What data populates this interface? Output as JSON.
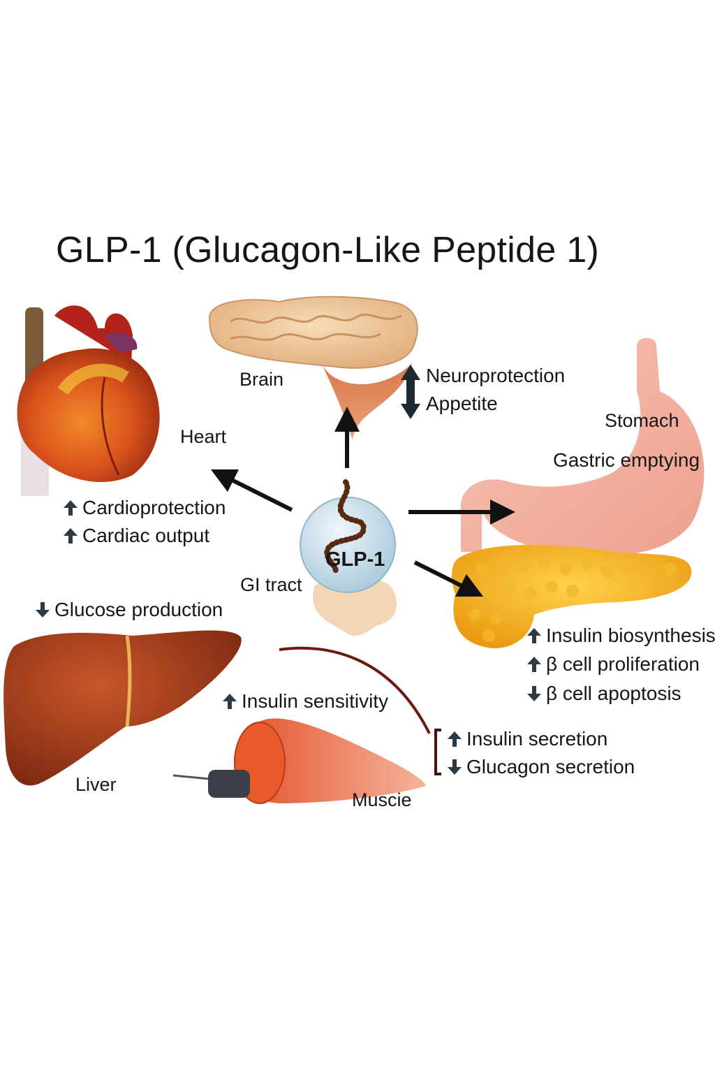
{
  "title": "GLP-1 (Glucagon-Like Peptide 1)",
  "center": {
    "label": "GLP-1",
    "source_label": "GI tract"
  },
  "organs": {
    "brain": {
      "label": "Brain",
      "effects": [
        {
          "text": "Neuroprotection",
          "direction": "up"
        },
        {
          "text": "Appetite",
          "direction": "down"
        }
      ]
    },
    "heart": {
      "label": "Heart",
      "effects": [
        {
          "text": "Cardioprotection",
          "direction": "up"
        },
        {
          "text": "Cardiac output",
          "direction": "up"
        }
      ]
    },
    "stomach": {
      "label": "Stomach",
      "effects": [
        {
          "text": "Gastric emptying",
          "direction": "none"
        }
      ]
    },
    "liver": {
      "label": "Liver",
      "effects": [
        {
          "text": "Glucose production",
          "direction": "down"
        }
      ]
    },
    "muscle": {
      "label": "Muscie",
      "effects": [
        {
          "text": "Insulin sensitivity",
          "direction": "up"
        }
      ]
    },
    "pancreas": {
      "effects": [
        {
          "text": "Insulin biosynthesis",
          "direction": "up"
        },
        {
          "text": "β cell proliferation",
          "direction": "up"
        },
        {
          "text": "β cell apoptosis",
          "direction": "down"
        },
        {
          "text": "Insulin secretion",
          "direction": "up"
        },
        {
          "text": "Glucagon secretion",
          "direction": "down"
        }
      ]
    }
  },
  "colors": {
    "arrow": "#111111",
    "effect_arrow": "#2b3a45",
    "glp_sphere": "#c9dde8"
  }
}
